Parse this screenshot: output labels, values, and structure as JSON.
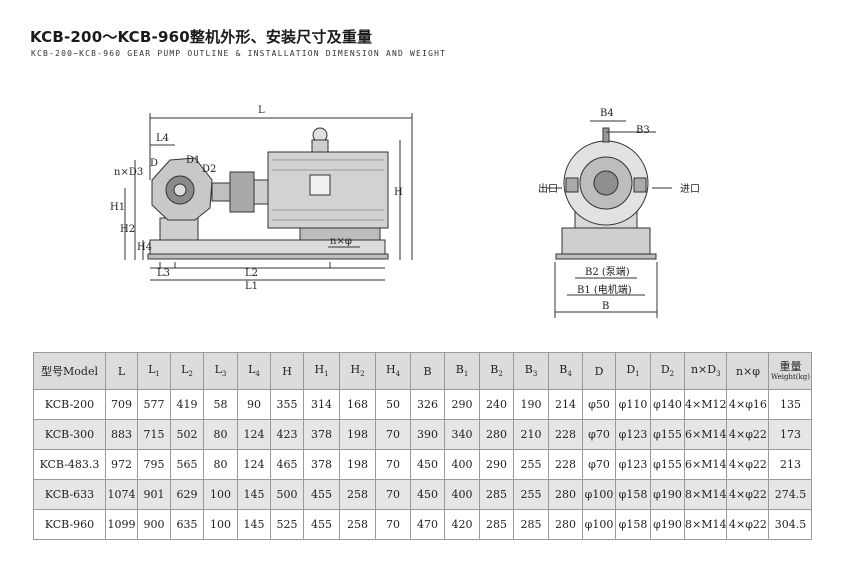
{
  "header": {
    "title": "KCB-200～KCB-960整机外形、安装尺寸及重量",
    "subtitle": "KCB-200~KCB-960 GEAR PUMP OUTLINE & INSTALLATION DIMENSION AND WEIGHT"
  },
  "drawing_labels": {
    "L": "L",
    "L1": "L1",
    "L2": "L2",
    "L3": "L3",
    "L4": "L4",
    "H": "H",
    "H1": "H1",
    "H2": "H2",
    "H4": "H4",
    "D": "D",
    "D1": "D1",
    "D2": "D2",
    "nD3": "n×D3",
    "nphi": "n×φ",
    "B": "B",
    "B1": "B1 (电机端)",
    "B2": "B2 (泵端)",
    "B3": "B3",
    "B4": "B4",
    "outlet": "出口",
    "inlet": "进口"
  },
  "table": {
    "headers": {
      "model": "型号Model",
      "L": "L",
      "L1": "L",
      "L2": "L",
      "L3": "L",
      "L4": "L",
      "H": "H",
      "H1": "H",
      "H2": "H",
      "H4": "H",
      "B": "B",
      "B1": "B",
      "B2": "B",
      "B3": "B",
      "B4": "B",
      "D": "D",
      "D1": "D",
      "D2": "D",
      "nD3": "n×D",
      "nphi": "n×φ",
      "weight": "重量",
      "weight_en": "Weight(kg)",
      "sub1": "1",
      "sub2": "2",
      "sub3": "3",
      "sub4": "4"
    },
    "rows": [
      [
        "KCB-200",
        "709",
        "577",
        "419",
        "58",
        "90",
        "355",
        "314",
        "168",
        "50",
        "326",
        "290",
        "240",
        "190",
        "214",
        "φ50",
        "φ110",
        "φ140",
        "4×M12",
        "4×φ16",
        "135"
      ],
      [
        "KCB-300",
        "883",
        "715",
        "502",
        "80",
        "124",
        "423",
        "378",
        "198",
        "70",
        "390",
        "340",
        "280",
        "210",
        "228",
        "φ70",
        "φ123",
        "φ155",
        "6×M14",
        "4×φ22",
        "173"
      ],
      [
        "KCB-483.3",
        "972",
        "795",
        "565",
        "80",
        "124",
        "465",
        "378",
        "198",
        "70",
        "450",
        "400",
        "290",
        "255",
        "228",
        "φ70",
        "φ123",
        "φ155",
        "6×M14",
        "4×φ22",
        "213"
      ],
      [
        "KCB-633",
        "1074",
        "901",
        "629",
        "100",
        "145",
        "500",
        "455",
        "258",
        "70",
        "450",
        "400",
        "285",
        "255",
        "280",
        "φ100",
        "φ158",
        "φ190",
        "8×M14",
        "4×φ22",
        "274.5"
      ],
      [
        "KCB-960",
        "1099",
        "900",
        "635",
        "100",
        "145",
        "525",
        "455",
        "258",
        "70",
        "470",
        "420",
        "285",
        "285",
        "280",
        "φ100",
        "φ158",
        "φ190",
        "8×M14",
        "4×φ22",
        "304.5"
      ]
    ]
  }
}
